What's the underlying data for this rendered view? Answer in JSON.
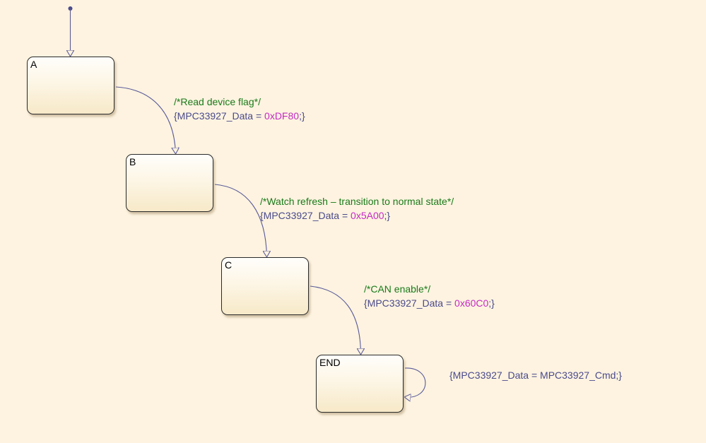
{
  "colors": {
    "background": "#fdf3e0",
    "transition": "#5a5a9a",
    "comment": "#1a7a1a",
    "action": "#4a4a8c",
    "literal": "#c42bc4"
  },
  "states": [
    {
      "id": "A",
      "name": "A"
    },
    {
      "id": "B",
      "name": "B"
    },
    {
      "id": "C",
      "name": "C"
    },
    {
      "id": "END",
      "name": "END"
    }
  ],
  "transitions": [
    {
      "from": "A",
      "to": "B",
      "comment": "/*Read device flag*/",
      "action_prefix": "{MPC33927_Data = ",
      "action_value": "0xDF80",
      "action_suffix": ";}"
    },
    {
      "from": "B",
      "to": "C",
      "comment": "/*Watch refresh – transition to normal state*/",
      "action_prefix": "{MPC33927_Data = ",
      "action_value": "0x5A00",
      "action_suffix": ";}"
    },
    {
      "from": "C",
      "to": "END",
      "comment": "/*CAN enable*/",
      "action_prefix": "{MPC33927_Data = ",
      "action_value": "0x60C0",
      "action_suffix": ";}"
    },
    {
      "from": "END",
      "to": "END",
      "action": "{MPC33927_Data = MPC33927_Cmd;}"
    }
  ]
}
